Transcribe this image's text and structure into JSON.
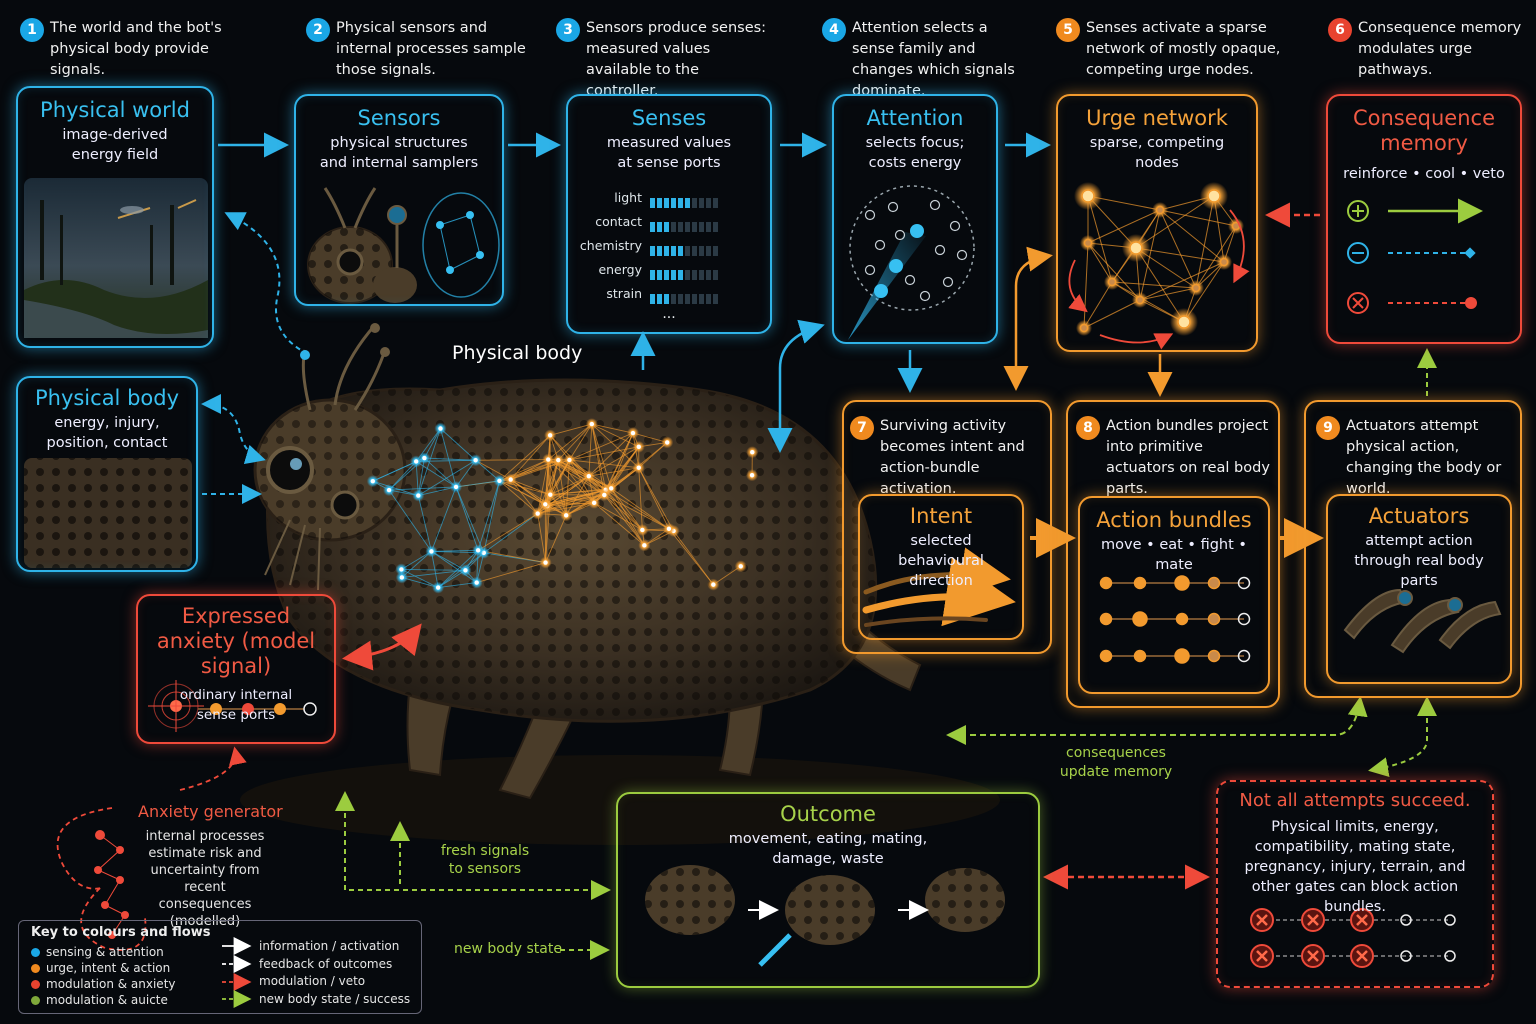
{
  "steps": [
    {
      "n": "1",
      "text": "The world and the bot's physical body provide signals.",
      "color": "#1aa7e6"
    },
    {
      "n": "2",
      "text": "Physical sensors and internal processes sample those signals.",
      "color": "#1aa7e6"
    },
    {
      "n": "3",
      "text": "Sensors produce senses: measured values available to the controller.",
      "color": "#1aa7e6"
    },
    {
      "n": "4",
      "text": "Attention selects a sense family and changes which signals dominate.",
      "color": "#1aa7e6"
    },
    {
      "n": "5",
      "text": "Senses activate a sparse network of mostly opaque, competing urge nodes.",
      "color": "#f08a1f"
    },
    {
      "n": "6",
      "text": "Consequence memory modulates urge pathways.",
      "color": "#e8432f"
    },
    {
      "n": "7",
      "text": "Surviving activity becomes intent and action-bundle activation.",
      "color": "#f08a1f"
    },
    {
      "n": "8",
      "text": "Action bundles project into primitive actuators on real body parts.",
      "color": "#f08a1f"
    },
    {
      "n": "9",
      "text": "Actuators attempt physical action, changing the body or world.",
      "color": "#f08a1f"
    }
  ],
  "boxes": {
    "physical_world": {
      "title": "Physical world",
      "sub": "image-derived energy field"
    },
    "physical_body": {
      "title": "Physical body",
      "sub": "energy, injury, position, contact"
    },
    "sensors": {
      "title": "Sensors",
      "sub": "physical structures and internal samplers"
    },
    "senses": {
      "title": "Senses",
      "sub": "measured values at sense ports",
      "rows": [
        {
          "label": "light",
          "level": 0.62
        },
        {
          "label": "contact",
          "level": 0.28
        },
        {
          "label": "chemistry",
          "level": 0.5
        },
        {
          "label": "energy",
          "level": 0.45
        },
        {
          "label": "strain",
          "level": 0.28
        }
      ],
      "more": "..."
    },
    "attention": {
      "title": "Attention",
      "sub": "selects focus; costs energy"
    },
    "urge_network": {
      "title": "Urge network",
      "sub": "sparse, competing nodes"
    },
    "consequence_memory": {
      "title": "Consequence memory",
      "sub": "reinforce • cool • veto"
    },
    "intent": {
      "title": "Intent",
      "sub": "selected behavioural direction"
    },
    "action_bundles": {
      "title": "Action bundles",
      "sub": "move • eat • fight • mate"
    },
    "actuators": {
      "title": "Actuators",
      "sub": "attempt action through real body parts"
    },
    "expressed_anxiety": {
      "title": "Expressed anxiety (model signal)",
      "sub": "ordinary internal sense ports"
    },
    "outcome": {
      "title": "Outcome",
      "sub": "movement, eating, mating, damage, waste"
    },
    "not_all": {
      "title": "Not all attempts succeed.",
      "sub": "Physical limits, energy, compatibility, mating state, pregnancy, injury, terrain, and other gates can block action bundles."
    }
  },
  "labels": {
    "physical_body_center": "Physical body",
    "anxiety_generator_title": "Anxiety generator",
    "anxiety_generator_sub": "internal processes estimate risk and uncertainty from recent consequences (modelled)",
    "fresh_signals": "fresh signals to sensors",
    "consequences_update": "consequences update memory",
    "new_body_state": "new body state"
  },
  "key": {
    "title": "Key to colours and flows",
    "colors": [
      {
        "label": "sensing & attention",
        "color": "#1aa7e6"
      },
      {
        "label": "urge, intent & action",
        "color": "#f08a1f"
      },
      {
        "label": "modulation & anxiety",
        "color": "#e8432f"
      },
      {
        "label": "modulation & auicte",
        "color": "#7fa83a"
      }
    ],
    "flows": [
      {
        "label": "information / activation",
        "style": "solid",
        "color": "#ffffff"
      },
      {
        "label": "feedback of outcomes",
        "style": "dashed",
        "color": "#ffffff"
      },
      {
        "label": "modulation / veto",
        "style": "dashed",
        "color": "#e8432f"
      },
      {
        "label": "new body state / success",
        "style": "dashed",
        "color": "#9ccc3f"
      }
    ]
  },
  "colors": {
    "blue": "#2fb3e8",
    "orange": "#f29a2e",
    "red": "#ef4a3a",
    "green": "#9ccc3f"
  }
}
